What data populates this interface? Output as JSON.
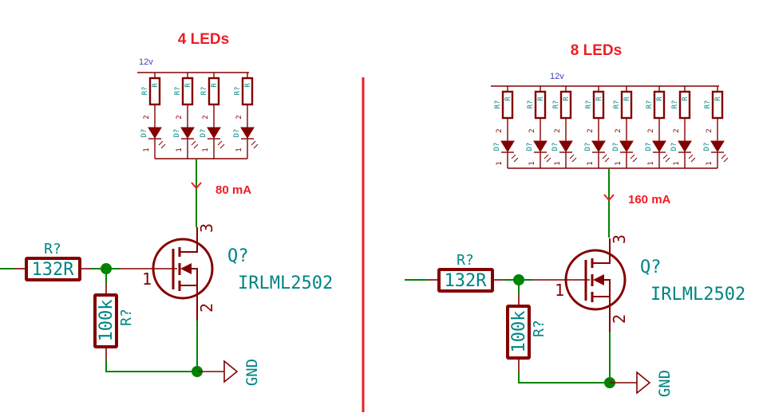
{
  "colors": {
    "wire_component": "#840000",
    "wire_net": "#008400",
    "annotation_red": "#ee1c24",
    "reference_text": "#008484",
    "supply_text": "#4040c0",
    "divider": "#ee1c24"
  },
  "circuits": [
    {
      "title": "4 LEDs",
      "supply_label": "12v",
      "led_count": 4,
      "led_ref": "D?",
      "led_resistor_ref": "R?",
      "led_resistor_value": "R",
      "led_pin_anode": "2",
      "led_pin_cathode": "1",
      "current_label": "80 mA",
      "gate_resistor": {
        "ref": "R?",
        "value": "132R"
      },
      "pulldown_resistor": {
        "ref": "R?",
        "value": "100k"
      },
      "mosfet": {
        "ref": "Q?",
        "part": "IRLML2502",
        "pin_gate": "1",
        "pin_source": "2",
        "pin_drain": "3"
      },
      "ground_label": "GND"
    },
    {
      "title": "8 LEDs",
      "supply_label": "12v",
      "led_count": 8,
      "led_ref": "D?",
      "led_resistor_ref": "R?",
      "led_resistor_value": "R",
      "led_pin_anode": "2",
      "led_pin_cathode": "1",
      "current_label": "160 mA",
      "gate_resistor": {
        "ref": "R?",
        "value": "132R"
      },
      "pulldown_resistor": {
        "ref": "R?",
        "value": "100k"
      },
      "mosfet": {
        "ref": "Q?",
        "part": "IRLML2502",
        "pin_gate": "1",
        "pin_source": "2",
        "pin_drain": "3"
      },
      "ground_label": "GND"
    }
  ]
}
